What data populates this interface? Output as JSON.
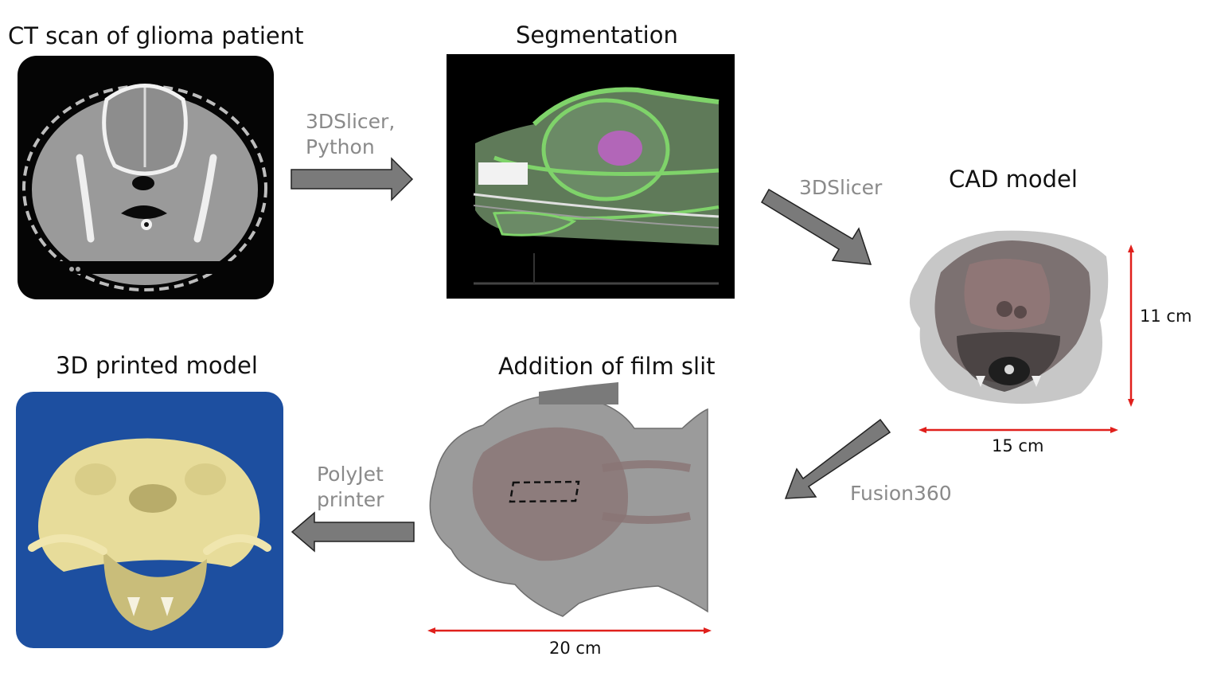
{
  "steps": {
    "ct": {
      "title": "CT scan of glioma patient"
    },
    "segmentation": {
      "title": "Segmentation"
    },
    "cad": {
      "title": "CAD model"
    },
    "film_slit": {
      "title": "Addition of film slit"
    },
    "printed": {
      "title": "3D printed model"
    }
  },
  "tools": {
    "ct_to_seg": {
      "line1": "3DSlicer,",
      "line2": "Python"
    },
    "seg_to_cad": {
      "line1": "3DSlicer"
    },
    "cad_to_slit": {
      "line1": "Fusion360"
    },
    "slit_to_print": {
      "line1": "PolyJet",
      "line2": "printer"
    }
  },
  "dimensions": {
    "cad_height": "11 cm",
    "cad_width": "15 cm",
    "slit_width": "20 cm"
  },
  "colors": {
    "arrow_fill": "#7a7a7a",
    "dimension_line": "#e0201c",
    "tool_text": "#8a8a8a",
    "segmentation_green": "#7fd36a",
    "tumor_magenta": "#b266b8",
    "printed_background": "#1d4fa0",
    "printed_model": "#e7dc9a"
  }
}
